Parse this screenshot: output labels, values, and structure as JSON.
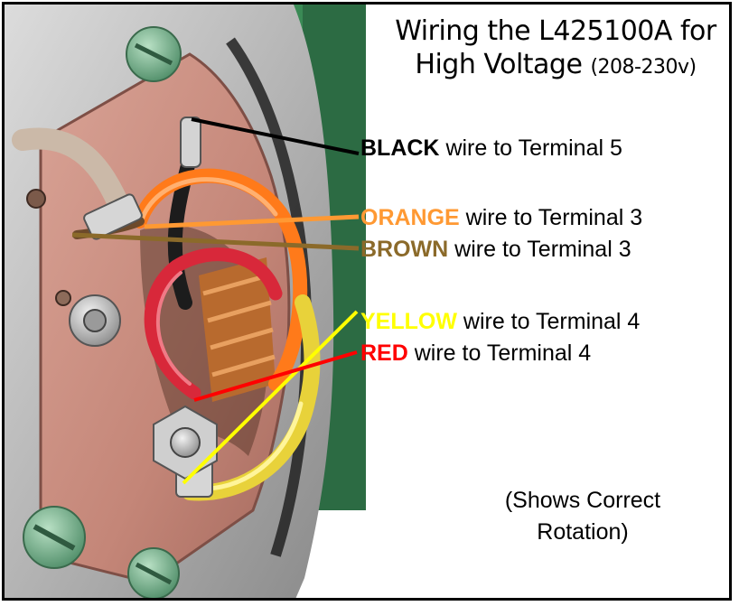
{
  "title": {
    "line1": "Wiring the L425100A for",
    "line2_main": "High Voltage ",
    "line2_small": "(208-230v)"
  },
  "labels": [
    {
      "id": "black",
      "color_word": "BLACK",
      "rest": " wire to Terminal 5",
      "color": "#000000"
    },
    {
      "id": "orange",
      "color_word": "ORANGE",
      "rest": " wire to Terminal 3",
      "color": "#ff9933"
    },
    {
      "id": "brown",
      "color_word": "BROWN",
      "rest": " wire to Terminal 3",
      "color": "#8b6a2a"
    },
    {
      "id": "yellow",
      "color_word": "YELLOW",
      "rest": " wire to Terminal 4",
      "color": "#ffff00"
    },
    {
      "id": "red",
      "color_word": "RED",
      "rest": " wire to Terminal 4",
      "color": "#ff0000"
    }
  ],
  "note": {
    "line1": "(Shows Correct",
    "line2": "Rotation)"
  },
  "colors": {
    "housing": "#b9b9b9",
    "terminal_board": "#c98d80",
    "motor_green": "#3a8a55"
  }
}
